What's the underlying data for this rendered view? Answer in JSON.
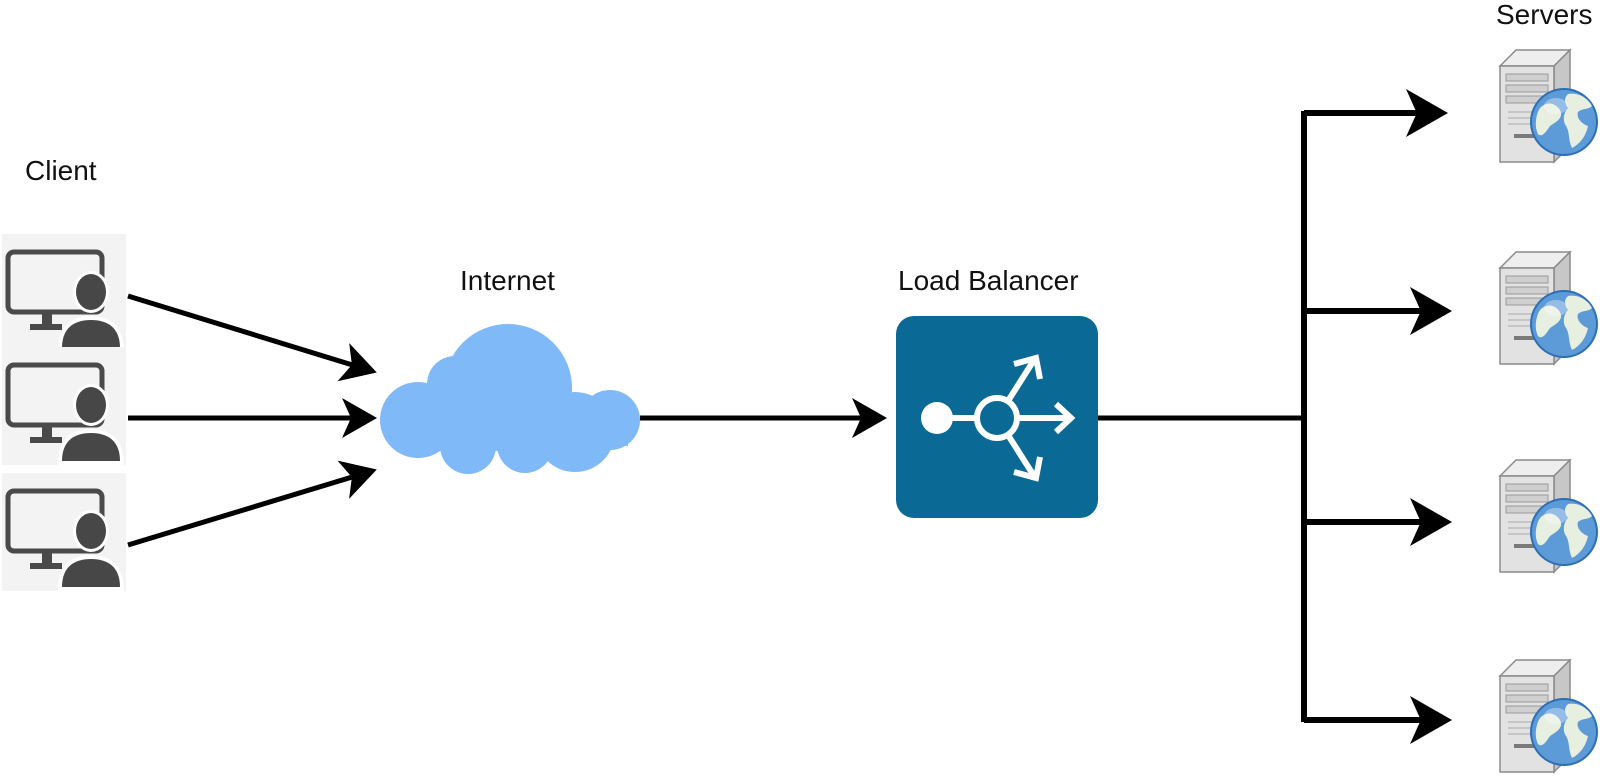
{
  "nodes": {
    "client": {
      "label": "Client",
      "count": 3,
      "icon": "client-workstation-icon"
    },
    "internet": {
      "label": "Internet",
      "icon": "cloud-icon",
      "color": "#7fb9f7"
    },
    "load_balancer": {
      "label": "Load Balancer",
      "icon": "load-balancer-icon",
      "color": "#0b6996"
    },
    "servers": {
      "label": "Servers",
      "count": 4,
      "icon": "web-server-icon"
    }
  },
  "edges": [
    {
      "from": "client",
      "to": "internet"
    },
    {
      "from": "internet",
      "to": "load_balancer"
    },
    {
      "from": "load_balancer",
      "to": "servers"
    }
  ],
  "colors": {
    "arrow": "#000000",
    "client_icon": "#444444",
    "cloud": "#7fb9f7",
    "load_balancer": "#0b6996"
  }
}
